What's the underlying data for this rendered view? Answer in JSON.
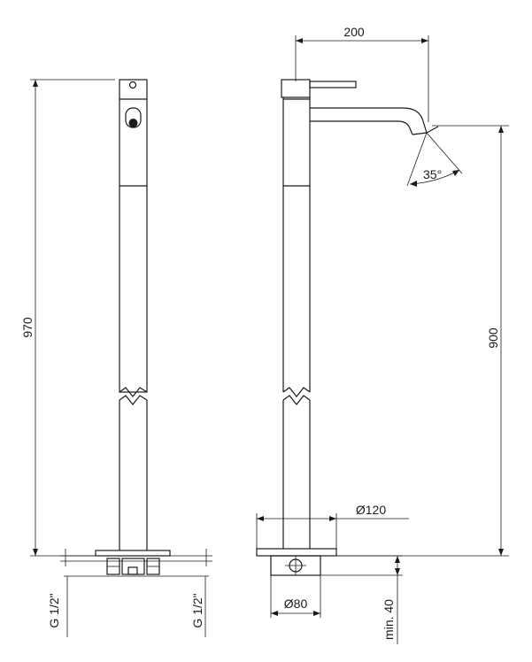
{
  "dimensions": {
    "width_top": "200",
    "overall_height": "970",
    "spout_height": "900",
    "spout_angle": "35°",
    "base_diameter": "Ø120",
    "pipe_diameter": "Ø80",
    "min_depth": "min. 40",
    "thread_left": "G 1/2\"",
    "thread_right": "G 1/2\""
  }
}
